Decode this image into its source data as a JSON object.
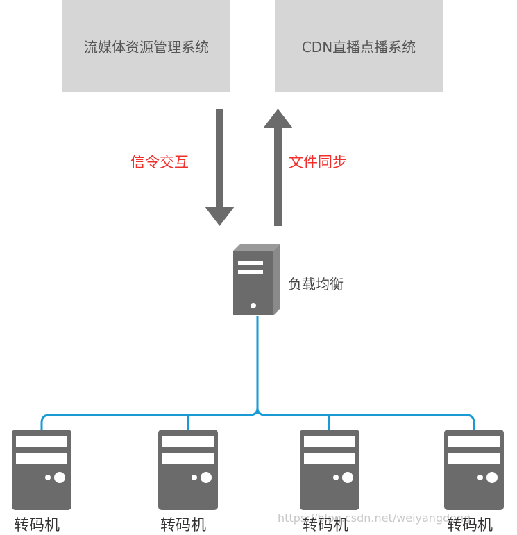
{
  "top_boxes": {
    "left": "流媒体资源管理系统",
    "right": "CDN直播点播系统"
  },
  "arrows": {
    "down_label": "信令交互",
    "up_label": "文件同步"
  },
  "load_balancer": {
    "label": "负载均衡"
  },
  "transcoders": [
    {
      "label": "转码机"
    },
    {
      "label": "转码机"
    },
    {
      "label": "转码机"
    },
    {
      "label": "转码机"
    }
  ],
  "watermark": "https://blog.csdn.net/weiyangdong",
  "colors": {
    "box": "#d6d6d6",
    "arrow": "#6b6b6b",
    "label_red": "#f0302c",
    "connector": "#1a9bd6",
    "server": "#6b6b6b"
  }
}
